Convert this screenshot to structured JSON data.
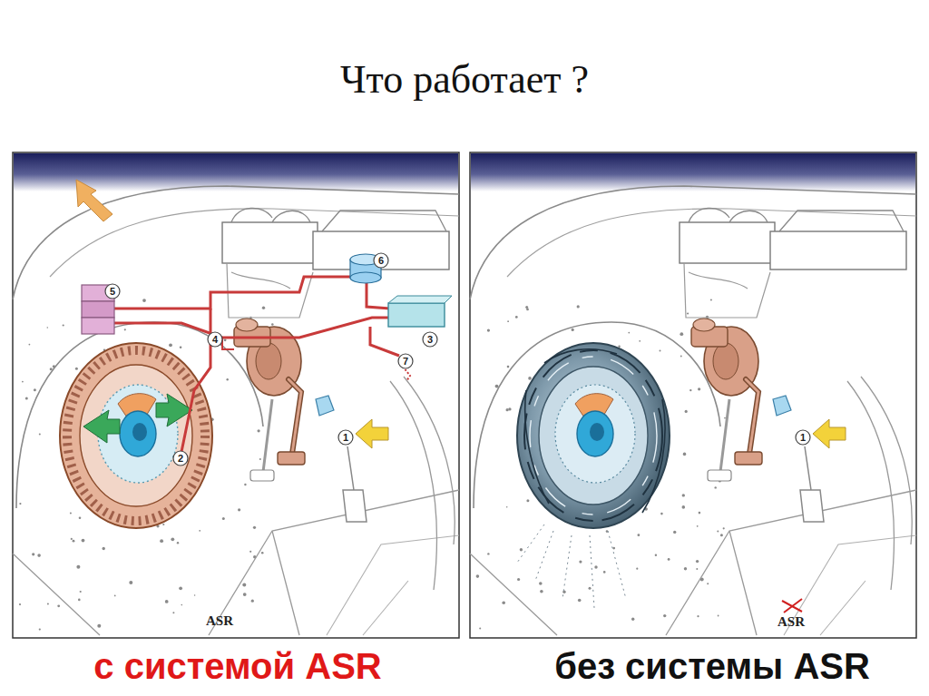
{
  "diagram": {
    "title": "Что работает ?",
    "labels": [
      "6",
      "5",
      "3",
      "4",
      "7",
      "2",
      "1",
      "1",
      "ASR",
      "ASR",
      "с системой ASR",
      "без системы ASR"
    ]
  }
}
